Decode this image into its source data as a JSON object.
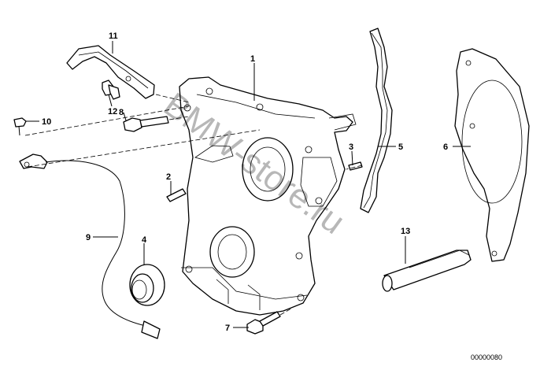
{
  "diagram": {
    "watermark": "BMW-store.ru",
    "diagram_id": "00000080",
    "callouts": [
      {
        "label": "1",
        "part": "timing-case-cover"
      },
      {
        "label": "2",
        "part": "dowel-pin"
      },
      {
        "label": "3",
        "part": "dowel-sleeve"
      },
      {
        "label": "4",
        "part": "shaft-seal"
      },
      {
        "label": "5",
        "part": "gasket"
      },
      {
        "label": "6",
        "part": "gasket-round"
      },
      {
        "label": "7",
        "part": "hex-bolt-lower"
      },
      {
        "label": "8",
        "part": "hex-bolt-upper"
      },
      {
        "label": "9",
        "part": "sensor-with-cable"
      },
      {
        "label": "10",
        "part": "screw"
      },
      {
        "label": "11",
        "part": "cable-cover"
      },
      {
        "label": "12",
        "part": "clip"
      },
      {
        "label": "13",
        "part": "sealing-compound-tube"
      }
    ]
  }
}
